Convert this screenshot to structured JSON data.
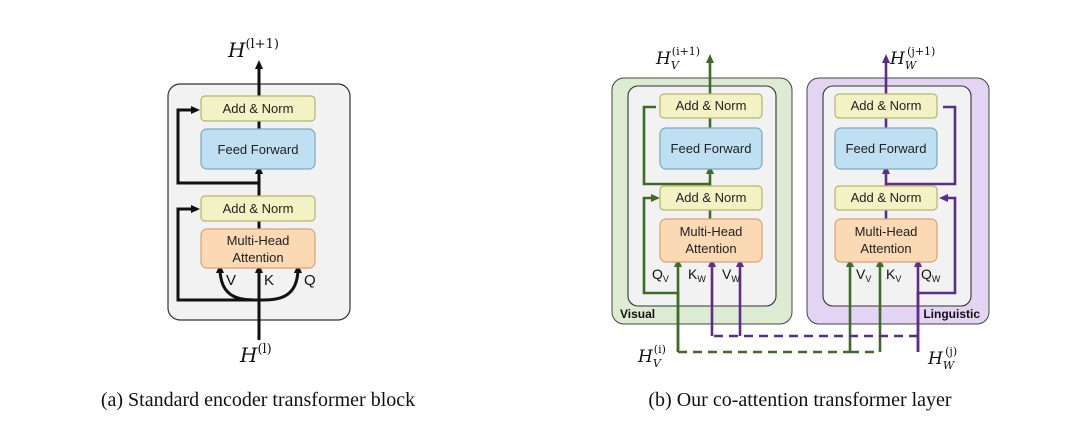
{
  "panel_a": {
    "output_base": "H",
    "output_sup": "(l+1)",
    "input_base": "H",
    "input_sup": "(l)",
    "add_norm_top": "Add & Norm",
    "feed_forward": "Feed Forward",
    "add_norm_bottom": "Add & Norm",
    "mha_line1": "Multi-Head",
    "mha_line2": "Attention",
    "v": "V",
    "k": "K",
    "q": "Q",
    "caption": "(a) Standard encoder transformer block"
  },
  "panel_b": {
    "visual": {
      "region_label": "Visual",
      "output_base": "H",
      "output_sub": "V",
      "output_sup": "(i+1)",
      "input_base": "H",
      "input_sub": "V",
      "input_sup": "(i)",
      "add_norm_top": "Add & Norm",
      "feed_forward": "Feed Forward",
      "add_norm_bottom": "Add & Norm",
      "mha_line1": "Multi-Head",
      "mha_line2": "Attention",
      "q": "Q",
      "q_sub": "V",
      "k": "K",
      "k_sub": "W",
      "v": "V",
      "v_sub": "W"
    },
    "linguistic": {
      "region_label": "Linguistic",
      "output_base": "H",
      "output_sub": "W",
      "output_sup": "(j+1)",
      "input_base": "H",
      "input_sub": "W",
      "input_sup": "(j)",
      "add_norm_top": "Add & Norm",
      "feed_forward": "Feed Forward",
      "add_norm_bottom": "Add & Norm",
      "mha_line1": "Multi-Head",
      "mha_line2": "Attention",
      "v": "V",
      "v_sub": "V",
      "k": "K",
      "k_sub": "V",
      "q": "Q",
      "q_sub": "W"
    },
    "caption": "(b) Our co-attention transformer layer"
  },
  "colors": {
    "add_norm_fill": "#f2f2c4",
    "add_norm_stroke": "#b5b56a",
    "ff_fill": "#bfe0f2",
    "ff_stroke": "#7aa9c4",
    "mha_fill": "#fbd9b5",
    "mha_stroke": "#d9a36e",
    "block_fill": "#f2f2f2",
    "visual_region": "#dcebd2",
    "linguistic_region": "#e3d4f3",
    "visual_line": "#3f6b2a",
    "linguistic_line": "#5b2c8c",
    "black_line": "#111111"
  }
}
